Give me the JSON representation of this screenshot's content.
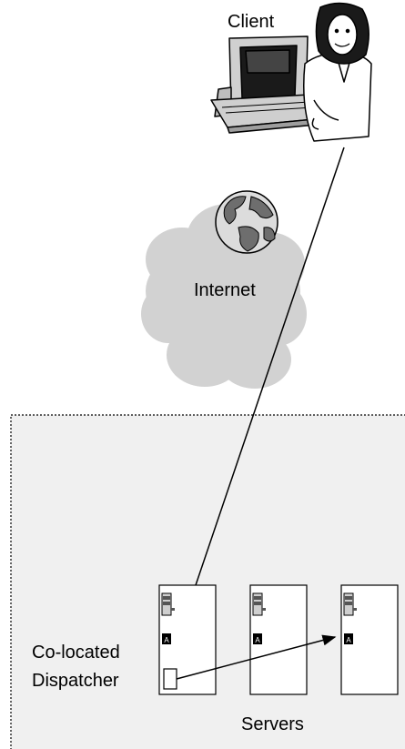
{
  "labels": {
    "client": "Client",
    "internet": "Internet",
    "dispatcher_line1": "Co-located",
    "dispatcher_line2": "Dispatcher",
    "servers": "Servers"
  },
  "server_badge": "A",
  "colors": {
    "cloud": "#d2d2d2",
    "zone_fill": "#f0f0f0",
    "zone_border": "#000000",
    "line": "#000000"
  },
  "icons": [
    "person-icon",
    "computer-icon",
    "globe-icon",
    "cloud-icon",
    "server-icon",
    "dispatcher-icon"
  ]
}
